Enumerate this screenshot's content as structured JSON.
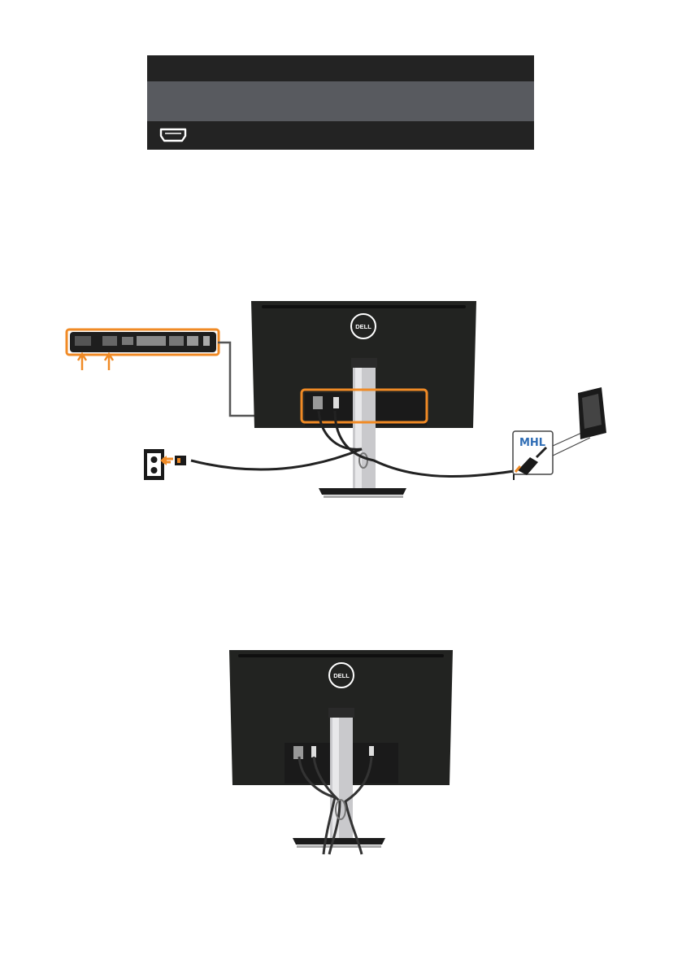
{
  "page": {
    "background": "#ffffff",
    "accent_color": "#f08a25"
  },
  "input_bar": {
    "colors": {
      "dark": "#232323",
      "mid": "#585a5f"
    },
    "icon": "hdmi-port-icon"
  },
  "figure_connection": {
    "brand_logo": "DELL",
    "connector_label": "MHL",
    "icons": [
      "power-outlet-icon",
      "power-plug-icon",
      "mhl-cable-connector-icon",
      "smartphone-icon",
      "port-panel-icon"
    ]
  },
  "figure_cable_management": {
    "brand_logo": "DELL"
  }
}
